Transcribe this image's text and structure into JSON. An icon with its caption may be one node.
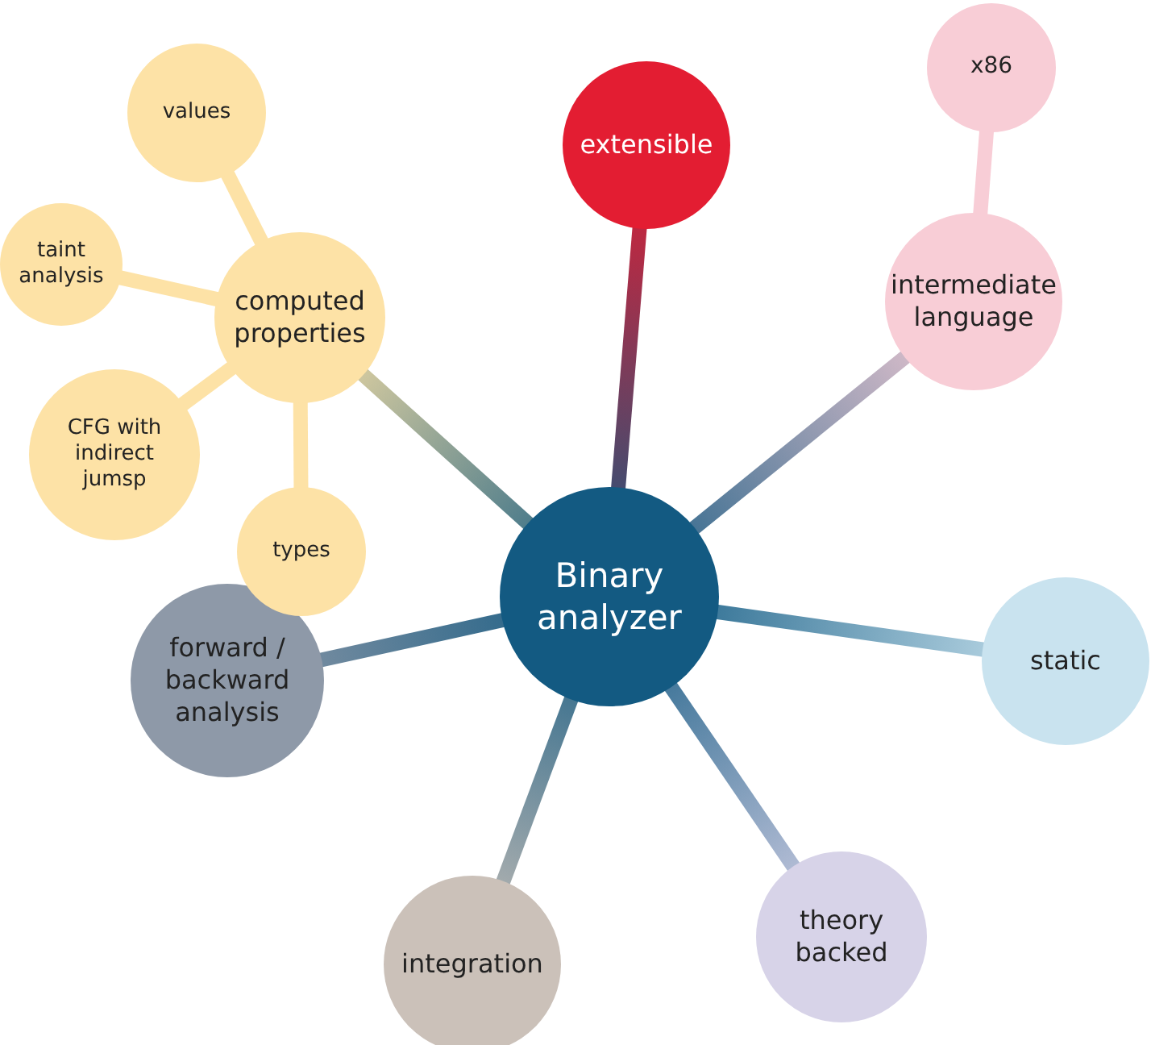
{
  "diagram": {
    "nodes": [
      {
        "text": [
          "Binary analyzer"
        ]
      },
      {
        "text": [
          "extensible"
        ]
      },
      {
        "text": [
          "intermediate language"
        ]
      },
      {
        "text": [
          "x86"
        ]
      },
      {
        "text": [
          "static"
        ]
      },
      {
        "text": [
          "theory backed"
        ]
      },
      {
        "text": [
          "integration"
        ]
      },
      {
        "text": [
          "forward / backward analysis"
        ]
      },
      {
        "text": [
          "computed properties"
        ]
      },
      {
        "text": [
          "values"
        ]
      },
      {
        "text": [
          "taint analysis"
        ]
      },
      {
        "text": [
          "CFG with indirect jumsp"
        ]
      },
      {
        "text": [
          "types"
        ]
      }
    ],
    "edges": [
      {
        "from": 0,
        "to": 1,
        "arrow": "none"
      },
      {
        "from": 0,
        "to": 2,
        "arrow": "none"
      },
      {
        "from": 2,
        "to": 3,
        "arrow": "none"
      },
      {
        "from": 0,
        "to": 4,
        "arrow": "none"
      },
      {
        "from": 0,
        "to": 5,
        "arrow": "none"
      },
      {
        "from": 0,
        "to": 6,
        "arrow": "none"
      },
      {
        "from": 0,
        "to": 7,
        "arrow": "none"
      },
      {
        "from": 0,
        "to": 8,
        "arrow": "none"
      },
      {
        "from": 8,
        "to": 9,
        "arrow": "none"
      },
      {
        "from": 8,
        "to": 10,
        "arrow": "none"
      },
      {
        "from": 8,
        "to": 11,
        "arrow": "none"
      },
      {
        "from": 8,
        "to": 12,
        "arrow": "none"
      }
    ]
  }
}
